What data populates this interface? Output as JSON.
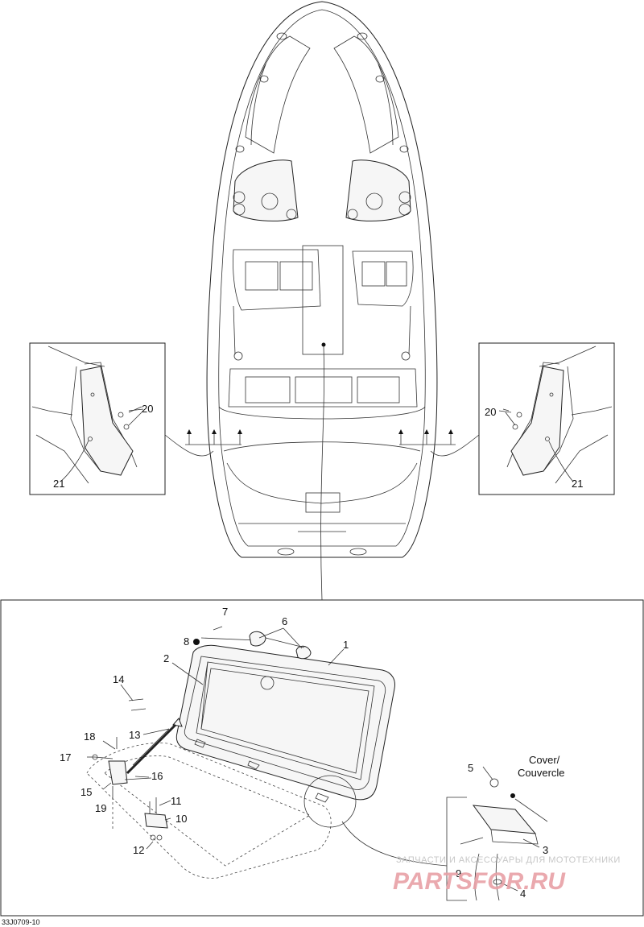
{
  "diagram_code": "33J0709-10",
  "watermark": {
    "line1": "ЗАПЧАСТИ И АКСЕССУАРЫ ДЛЯ МОТОТЕХНИКИ",
    "line2": "PARTSFOR.RU"
  },
  "labels": {
    "cover_line1": "Cover/",
    "cover_line2": "Couvercle"
  },
  "callouts": {
    "p1": "1",
    "p2": "2",
    "p3": "3",
    "p4": "4",
    "p5": "5",
    "p6": "6",
    "p7": "7",
    "p8": "8",
    "p9": "9",
    "p10": "10",
    "p11": "11",
    "p12": "12",
    "p13": "13",
    "p14": "14",
    "p15": "15",
    "p16": "16",
    "p17": "17",
    "p18": "18",
    "p19": "19",
    "p20_left": "20",
    "p21_left": "21",
    "p20_right": "20",
    "p21_right": "21"
  }
}
